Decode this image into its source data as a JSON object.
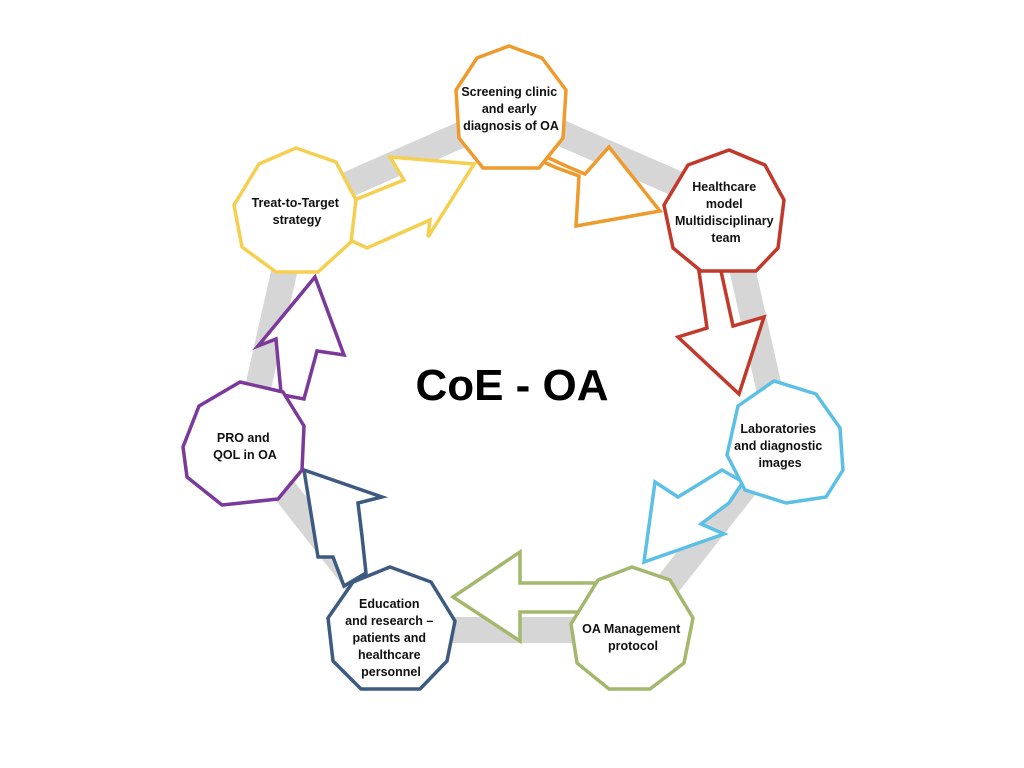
{
  "title": "CoE - OA",
  "ring_color": "#d6d6d6",
  "nodes": [
    {
      "id": "screening",
      "lines": [
        "Screening clinic",
        "and early",
        "diagnosis of OA"
      ],
      "color": "#ef9a2c"
    },
    {
      "id": "healthcare-model",
      "lines": [
        "Healthcare",
        "model",
        "Multidisciplinary",
        "team"
      ],
      "color": "#c0392b"
    },
    {
      "id": "laboratories",
      "lines": [
        "Laboratories",
        "and diagnostic",
        "images"
      ],
      "color": "#5bbfe6"
    },
    {
      "id": "management",
      "lines": [
        "OA Management",
        "protocol"
      ],
      "color": "#a3b86c"
    },
    {
      "id": "education",
      "lines": [
        "Education",
        "and research –",
        "patients and",
        "healthcare",
        "personnel"
      ],
      "color": "#3d5a80"
    },
    {
      "id": "pro-qol",
      "lines": [
        "PRO and",
        "QOL in OA"
      ],
      "color": "#7b3a99"
    },
    {
      "id": "treat-to-target",
      "lines": [
        "Treat-to-Target",
        "strategy"
      ],
      "color": "#f5cf4f"
    }
  ]
}
